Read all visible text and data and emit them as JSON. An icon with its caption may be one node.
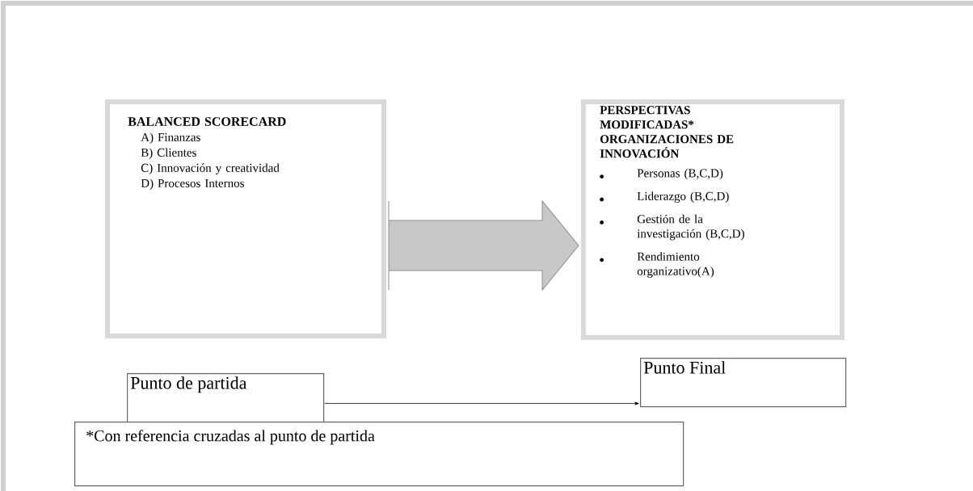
{
  "diagram": {
    "nodes": [
      {
        "text": [
          "BALANCED SCORECARD",
          "A) Finanzas",
          "B) Clientes",
          "C) Innovación y creatividad",
          "D) Procesos Internos"
        ]
      },
      {
        "text": [
          "PERSPECTIVAS MODIFICADAS* ORGANIZACIONES DE INNOVACIÓN",
          "Personas (B,C,D)",
          "Liderazgo (B,C,D)",
          "Gestión de la investigación (B,C,D)",
          "Rendimiento organizativo(A)"
        ]
      },
      {
        "text": [
          "Punto de partida"
        ]
      },
      {
        "text": [
          "Punto Final"
        ]
      },
      {
        "text": [
          "*Con referencia cruzadas al punto de partida"
        ]
      }
    ],
    "edges": [
      {
        "from": 0,
        "to": 1,
        "arrow": "to",
        "style": "thick",
        "color": "#c8c8c8"
      },
      {
        "from": 2,
        "to": 3,
        "arrow": "to",
        "color": "#000000"
      }
    ]
  }
}
